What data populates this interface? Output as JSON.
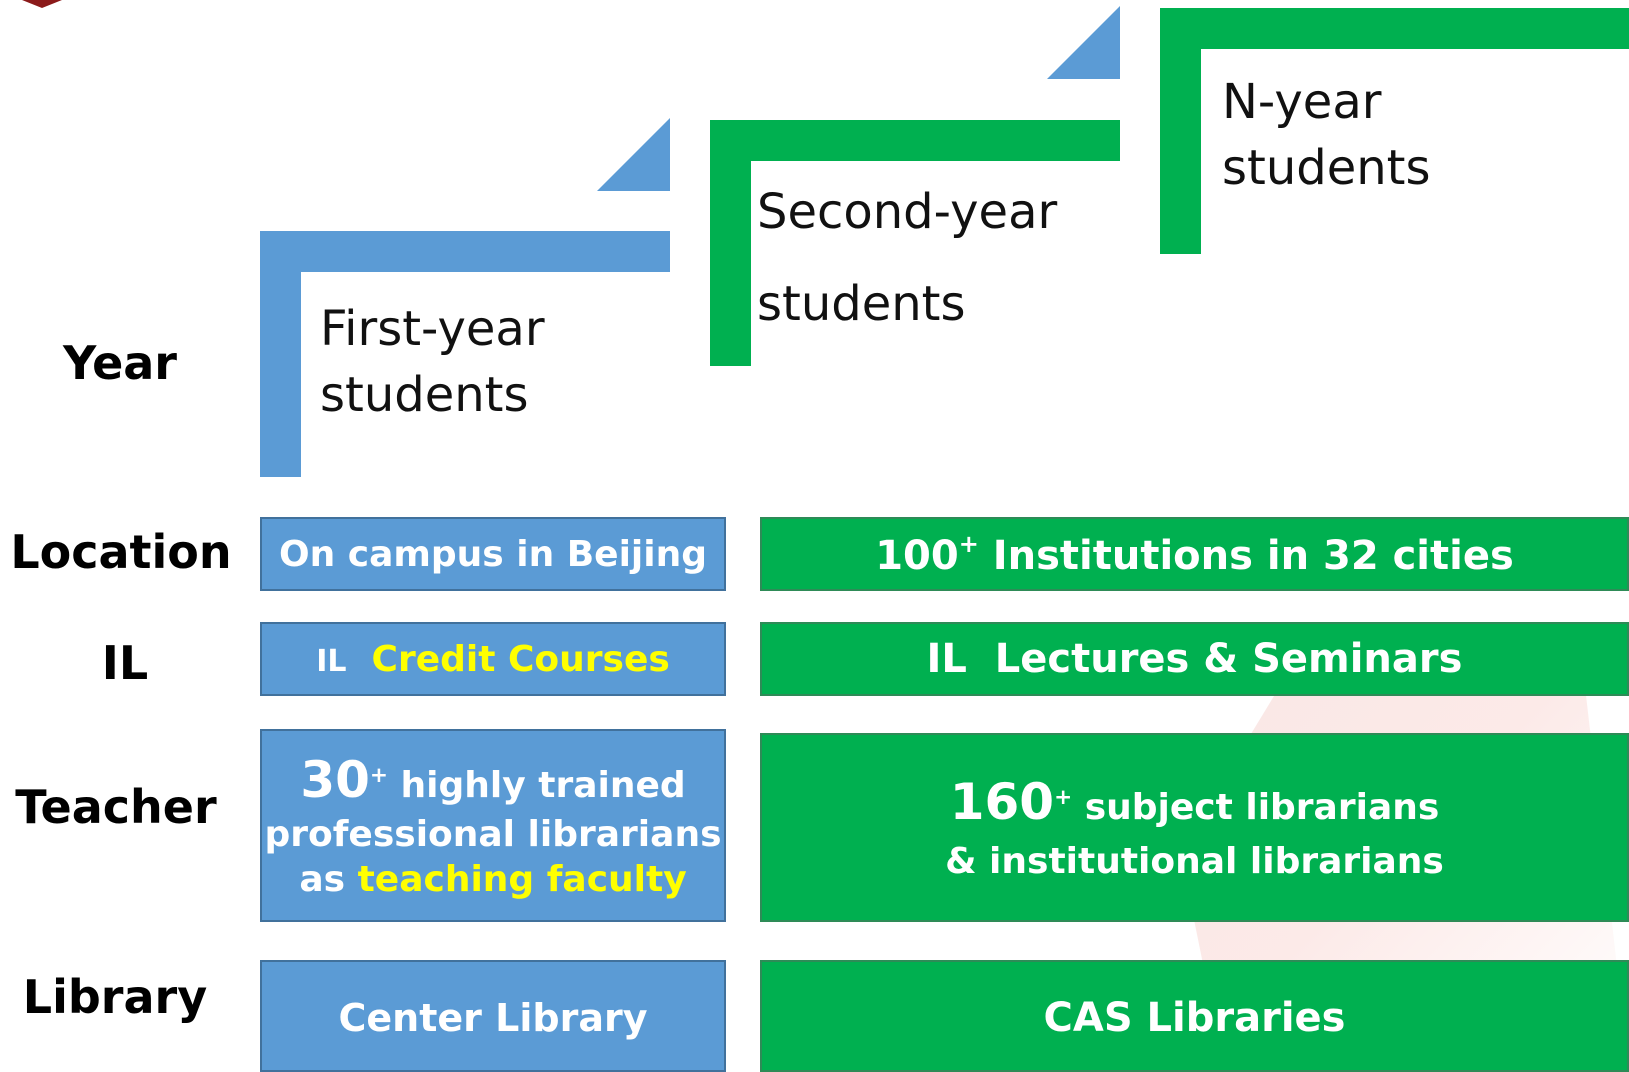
{
  "stairs": {
    "first": {
      "line1": "First-year",
      "line2": "students"
    },
    "second": {
      "line1": "Second-year",
      "line2": "students"
    },
    "nth": {
      "line1": "N-year",
      "line2": "students"
    }
  },
  "rows": {
    "year": "Year",
    "location": "Location",
    "il": "IL",
    "teacher": "Teacher",
    "library": "Library"
  },
  "location": {
    "left": "On campus in Beijing",
    "right_num": "100",
    "right_sup": "+",
    "right_text": " Institutions in 32 cities"
  },
  "il": {
    "left_prefix": "IL",
    "left_highlight": "Credit Courses",
    "right": "IL  Lectures & Seminars"
  },
  "teacher": {
    "left_num": "30",
    "left_sup": "+",
    "left_line1": " highly trained",
    "left_line2": "professional librarians",
    "left_line3_prefix": "as ",
    "left_line3_highlight": "teaching faculty",
    "right_num": "160",
    "right_sup": "+",
    "right_line1": " subject librarians",
    "right_line2": "& institutional librarians"
  },
  "library": {
    "left": "Center Library",
    "right": "CAS Libraries"
  },
  "colors": {
    "blue": "#5b9bd5",
    "green": "#00b050",
    "highlight": "#ffff00"
  }
}
